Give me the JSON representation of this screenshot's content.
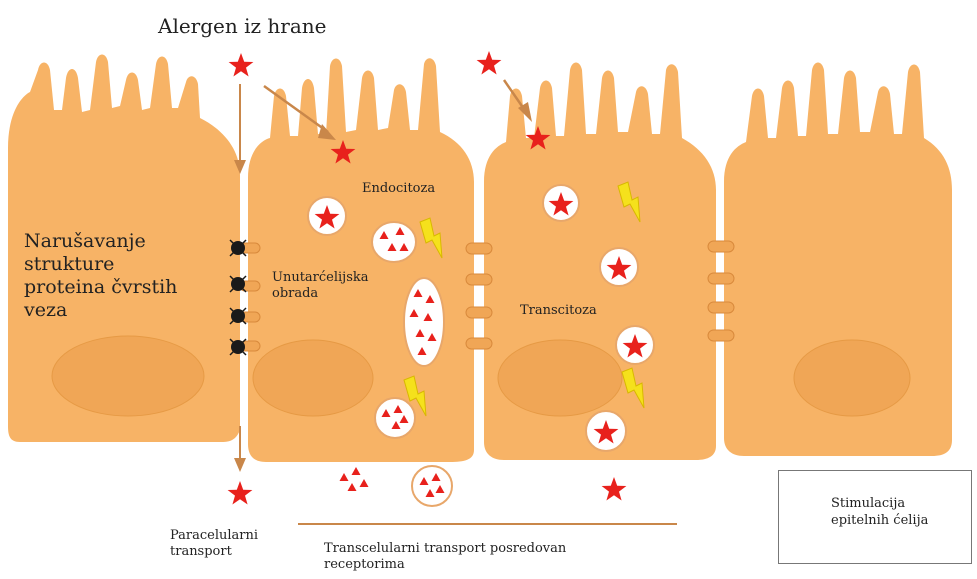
{
  "labels": {
    "title": "Alergen iz hrane",
    "tight_junction_line1": "Narušavanje",
    "tight_junction_line2": "strukture",
    "tight_junction_line3": "proteina čvrstih",
    "tight_junction_line4": "veza",
    "endocytosis": "Endocitoza",
    "intracellular_line1": "Unutarćelijska",
    "intracellular_line2": "obrada",
    "transcytosis": "Transcitoza",
    "paracellular_line1": "Paracelularni",
    "paracellular_line2": "transport",
    "transcellular_line1": "Transcelularni transport posredovan",
    "transcellular_line2": "receptorima"
  },
  "legend": {
    "line1": "Stimulacija",
    "line2": "epitelnih ćelija"
  },
  "colors": {
    "cell_fill": "#F7B366",
    "nucleus_fill": "#F0A656",
    "allergen_red": "#E8211C",
    "arrow_brown": "#C9874A",
    "lightning_yellow": "#F5E11C",
    "junction_dark": "#1a1a1a"
  }
}
